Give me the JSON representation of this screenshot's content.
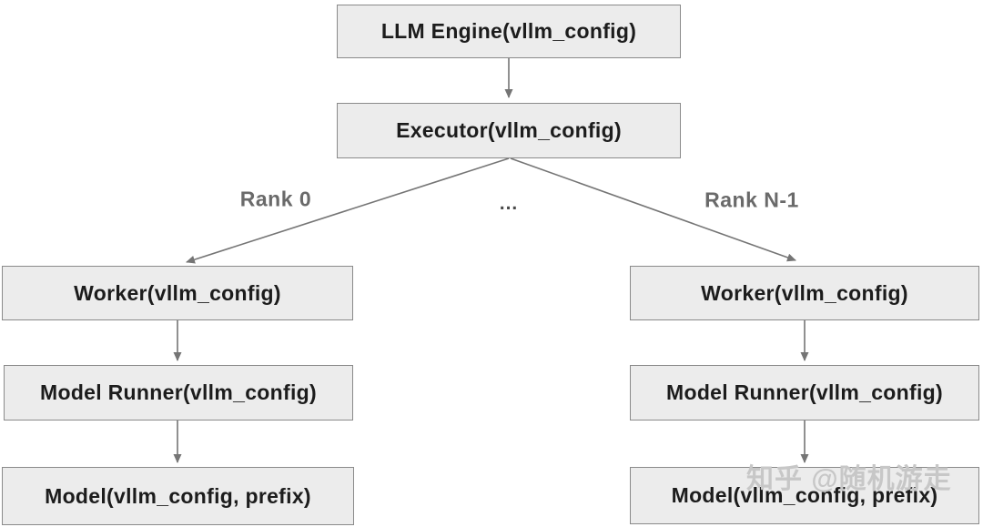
{
  "diagram": {
    "title_hint": "vLLM engine-executor-worker architecture flowchart",
    "nodes": {
      "llm_engine": {
        "label": "LLM Engine(vllm_config)"
      },
      "executor": {
        "label": "Executor(vllm_config)"
      },
      "worker_left": {
        "label": "Worker(vllm_config)"
      },
      "model_runner_left": {
        "label": "Model Runner(vllm_config)"
      },
      "model_left": {
        "label": "Model(vllm_config, prefix)"
      },
      "worker_right": {
        "label": "Worker(vllm_config)"
      },
      "model_runner_right": {
        "label": "Model Runner(vllm_config)"
      },
      "model_right": {
        "label": "Model(vllm_config, prefix)"
      }
    },
    "edge_labels": {
      "rank_0": "Rank 0",
      "ellipsis": "...",
      "rank_n_minus_1": "Rank N-1"
    },
    "watermark": "知乎 @随机游走",
    "colors": {
      "page_bg": "#ffffff",
      "box_fill": "#ececec",
      "box_border": "#8a8a8a",
      "box_text": "#1c1c1c",
      "arrow": "#757575",
      "edge_label_text": "#6a6a6a",
      "ellipsis_text": "#4a4a4a",
      "watermark_text": "#c7c7c7"
    }
  }
}
